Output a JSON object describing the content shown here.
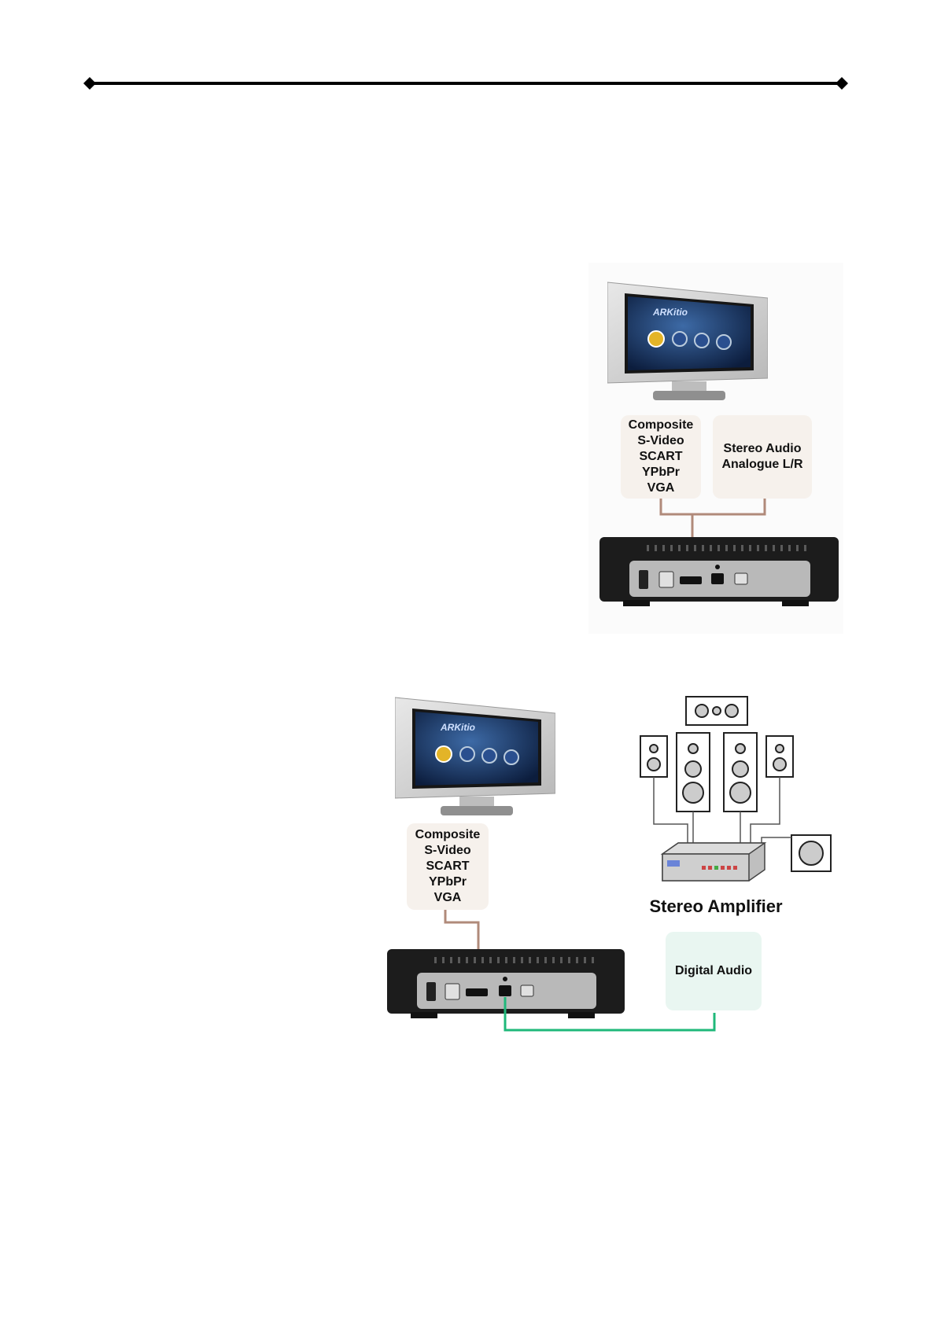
{
  "diagram1": {
    "video_box": {
      "lines": [
        "Composite",
        "S-Video",
        "SCART",
        "YPbPr",
        "VGA"
      ]
    },
    "audio_box": {
      "lines": [
        "Stereo Audio",
        "Analogue L/R"
      ]
    },
    "tv_screen_logo": "ARKitio"
  },
  "diagram2": {
    "video_box": {
      "lines": [
        "Composite",
        "S-Video",
        "SCART",
        "YPbPr",
        "VGA"
      ]
    },
    "amplifier_label": "Stereo Amplifier",
    "digital_box": {
      "label": "Digital Audio"
    },
    "tv_screen_logo": "ARKitio"
  },
  "colors": {
    "av_cable": "#b08a7a",
    "digital_cable": "#1fb87a",
    "device_body": "#1c1c1c",
    "device_panel": "#b9b9b9"
  }
}
